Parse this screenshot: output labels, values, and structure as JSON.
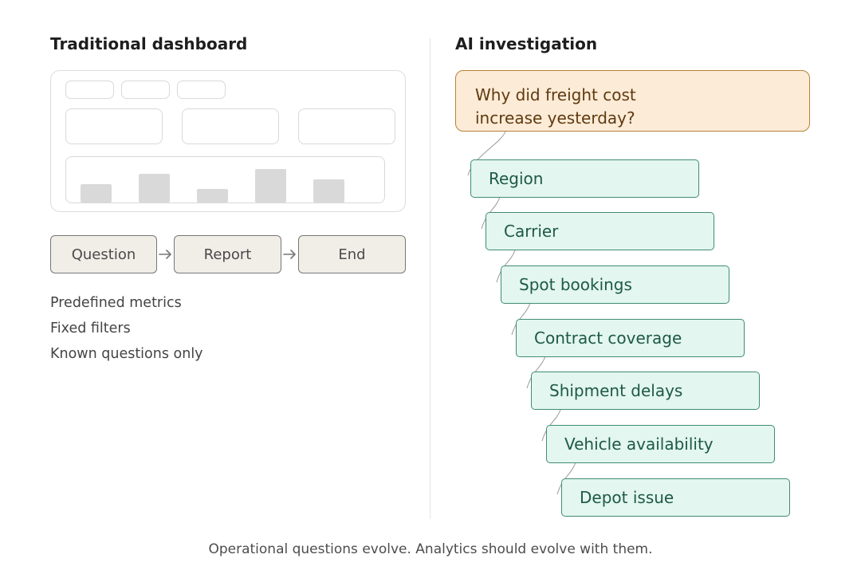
{
  "left_panel": {
    "heading": "Traditional dashboard",
    "flow": [
      "Question",
      "Report",
      "End"
    ],
    "bullets": [
      "Predefined metrics",
      "Fixed filters",
      "Known questions only"
    ]
  },
  "right_panel": {
    "heading": "AI investigation",
    "question_lines": [
      "Why did freight cost",
      "increase yesterday?"
    ],
    "steps": [
      "Region",
      "Carrier",
      "Spot bookings",
      "Contract coverage",
      "Shipment delays",
      "Vehicle availability",
      "Depot issue"
    ]
  },
  "footer": "Operational questions evolve. Analytics should evolve with them.",
  "colors": {
    "question_fill": "#fcebd6",
    "question_border": "#b6823a",
    "step_fill": "#e3f6ef",
    "step_border": "#3f8d6f",
    "flow_fill": "#f1eee8"
  }
}
